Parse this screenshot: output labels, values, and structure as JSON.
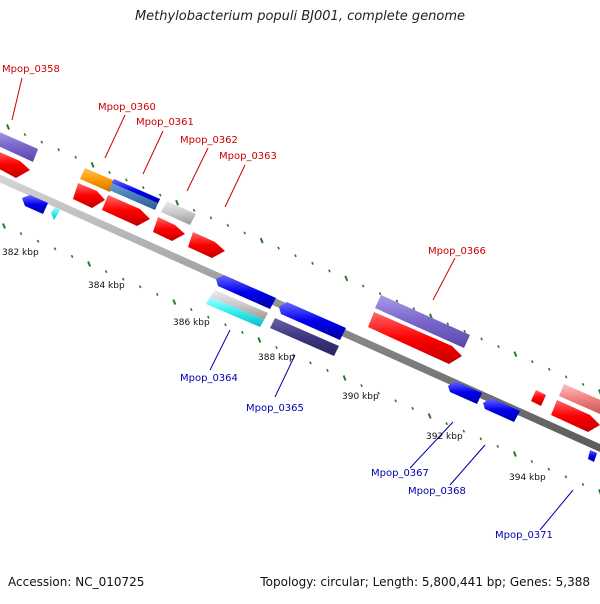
{
  "title": "Methylobacterium populi BJ001, complete genome",
  "footer": {
    "accession": "Accession: NC_010725",
    "summary": "Topology: circular; Length: 5,800,441 bp; Genes: 5,388"
  },
  "scale_labels": [
    "382 kbp",
    "384 kbp",
    "386 kbp",
    "388 kbp",
    "390 kbp",
    "392 kbp",
    "394 kbp"
  ],
  "gene_labels_forward": [
    "Mpop_0358",
    "Mpop_0360",
    "Mpop_0361",
    "Mpop_0362",
    "Mpop_0363",
    "Mpop_0366"
  ],
  "gene_labels_reverse": [
    "Mpop_0364",
    "Mpop_0365",
    "Mpop_0367",
    "Mpop_0368",
    "Mpop_0371"
  ],
  "colors": {
    "forward_gene": "#ff0000",
    "reverse_gene": "#0000ee",
    "forward_label": "#cc0000",
    "reverse_label": "#0000aa",
    "backbone": "#888888",
    "tick": "#2a7a2a"
  }
}
